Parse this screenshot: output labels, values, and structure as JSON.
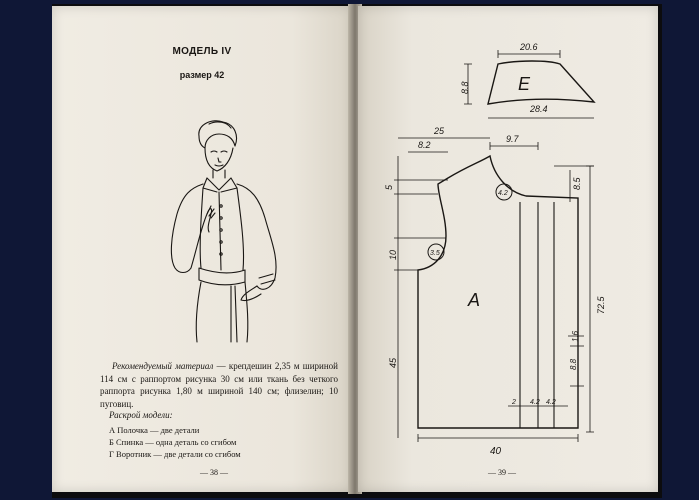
{
  "left_page": {
    "title": "МОДЕЛЬ IV",
    "subtitle": "размер 42",
    "material_label": "Рекомендуемый материал",
    "material_text": " — крепдешин 2,35 м шириной 114 см с раппортом рисунка 30 см или ткань без четкого раппорта рисунка 1,80 м шириной 140 см; флизелин; 10 пуговиц.",
    "cut_heading": "Раскрой модели:",
    "cut_items": [
      {
        "letter": "А",
        "text": "Полочка — две детали"
      },
      {
        "letter": "Б",
        "text": "Спинка — одна деталь со сгибом"
      },
      {
        "letter": "Г",
        "text": "Воротник — две детали со сгибом"
      }
    ],
    "page_number": "— 38 —"
  },
  "right_page": {
    "page_number": "— 39 —",
    "pattern_labels": {
      "piece_e": "Е",
      "piece_a": "А",
      "e_top": "20.6",
      "e_bottom": "28.4",
      "e_height": "8.8",
      "d_25": "25",
      "d_8_2": "8.2",
      "d_9_7": "9.7",
      "d_5": "5",
      "d_8_5": "8.5",
      "d_4_2_circle": "4.2",
      "d_3_5_circle": "3.5",
      "d_10": "10",
      "d_72_5": "72.5",
      "d_1_6": "1.6",
      "d_8_8": "8.8",
      "d_45": "45",
      "d_2": "2",
      "d_4_2_a": "4.2",
      "d_4_2_b": "4.2",
      "d_40": "40"
    }
  }
}
